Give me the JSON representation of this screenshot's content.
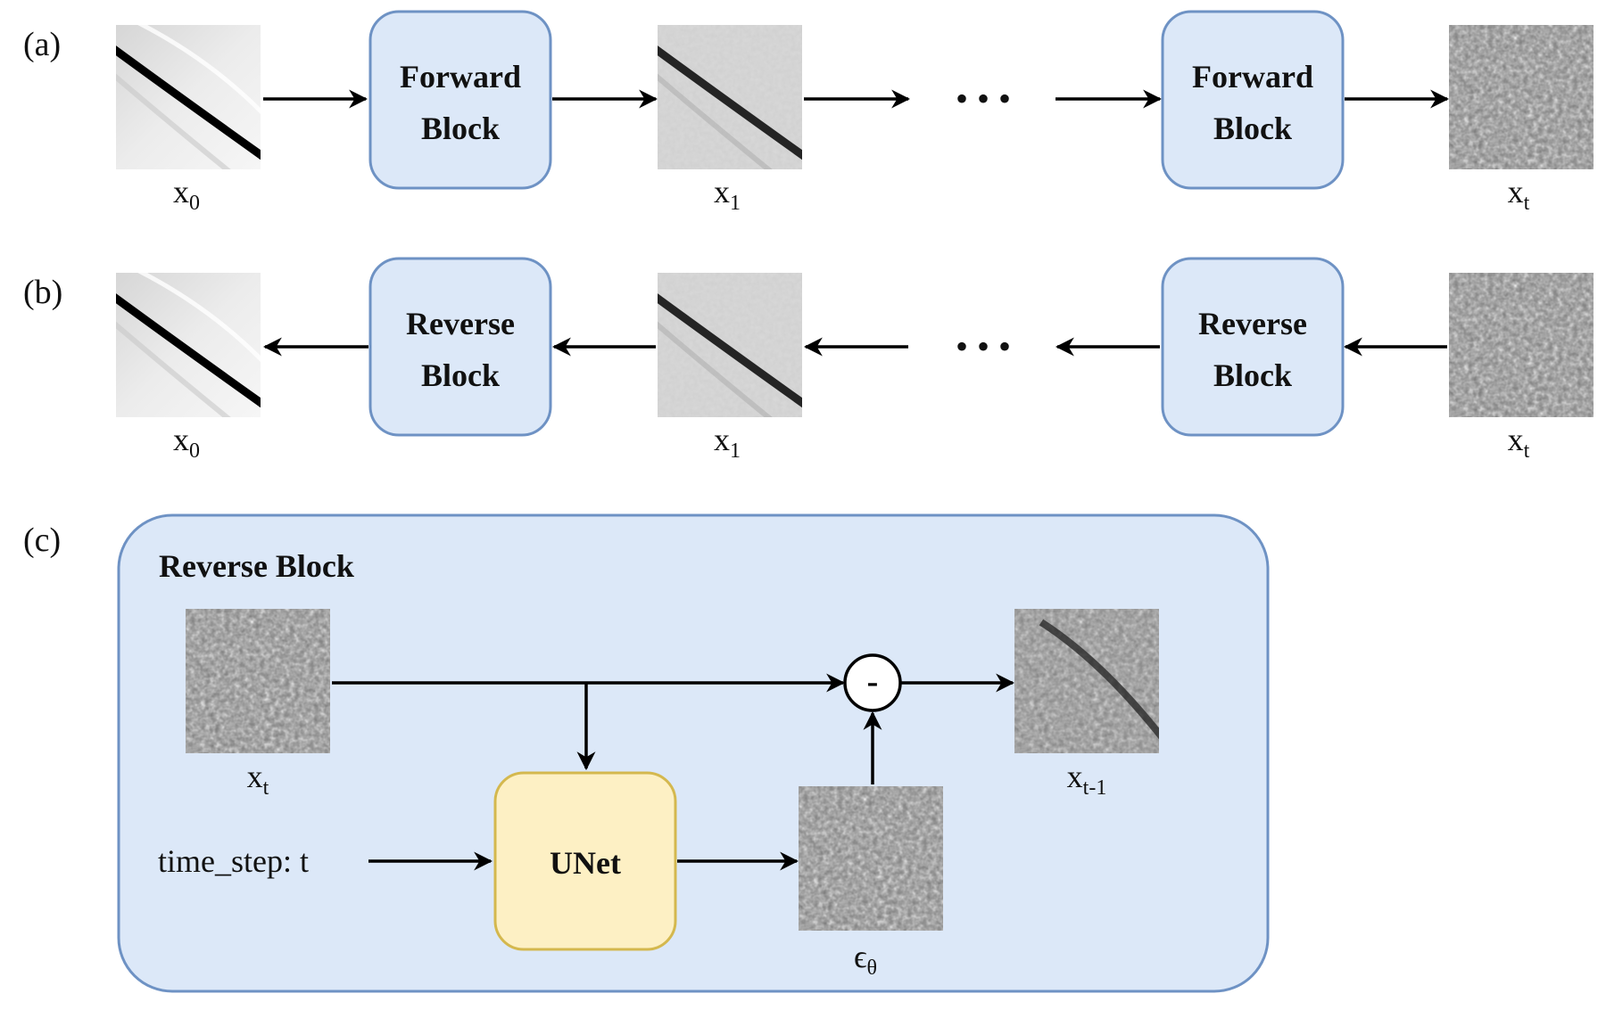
{
  "panels": {
    "a": {
      "label": "(a)",
      "block_line1": "Forward",
      "block_line2": "Block"
    },
    "b": {
      "label": "(b)",
      "block_line1": "Reverse",
      "block_line2": "Block"
    },
    "c": {
      "label": "(c)",
      "title": "Reverse Block"
    }
  },
  "vars": {
    "x": "x",
    "sub_0": "0",
    "sub_1": "1",
    "sub_t": "t",
    "sub_tm1": "t-1",
    "eps": "ϵ",
    "sub_theta": "θ"
  },
  "ellipsis": "• • •",
  "subtract_symbol": "-",
  "unet_label": "UNet",
  "time_step_label": "time_step: t",
  "colors": {
    "block_fill": "#dce8f8",
    "block_stroke": "#6e92c4",
    "unet_fill": "#fdf0c4",
    "unet_stroke": "#d4b84e",
    "arrow": "#000000"
  }
}
